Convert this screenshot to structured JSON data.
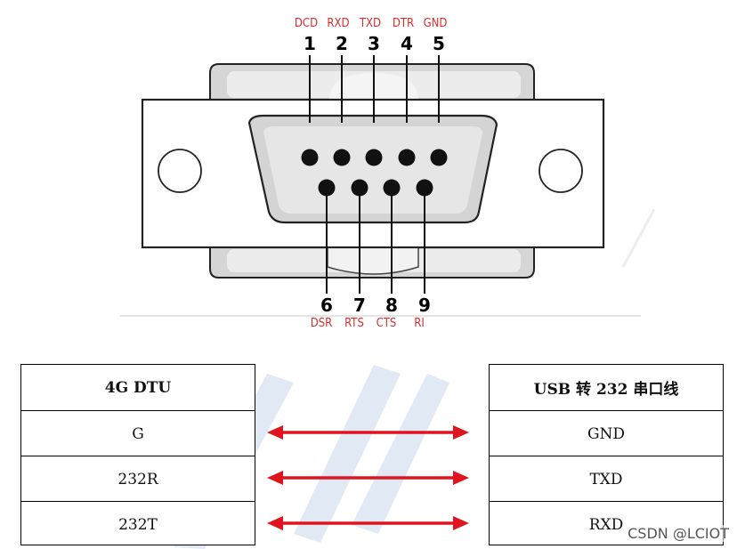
{
  "connector": {
    "top_pins": [
      {
        "num": "1",
        "signal": "DCD"
      },
      {
        "num": "2",
        "signal": "RXD"
      },
      {
        "num": "3",
        "signal": "TXD"
      },
      {
        "num": "4",
        "signal": "DTR"
      },
      {
        "num": "5",
        "signal": "GND"
      }
    ],
    "bottom_pins": [
      {
        "num": "6",
        "signal": "DSR"
      },
      {
        "num": "7",
        "signal": "RTS"
      },
      {
        "num": "8",
        "signal": "CTS"
      },
      {
        "num": "9",
        "signal": "RI"
      }
    ],
    "colors": {
      "signal_label": "#d43030",
      "arrow": "#e0141e",
      "shell": "#d9d9d9"
    }
  },
  "left_table": {
    "header": "4G DTU",
    "rows": [
      "G",
      "232R",
      "232T"
    ]
  },
  "right_table": {
    "header": "USB 转 232 串口线",
    "rows": [
      "GND",
      "TXD",
      "RXD"
    ]
  },
  "watermark": {
    "credit": "CSDN @LCIOT"
  }
}
